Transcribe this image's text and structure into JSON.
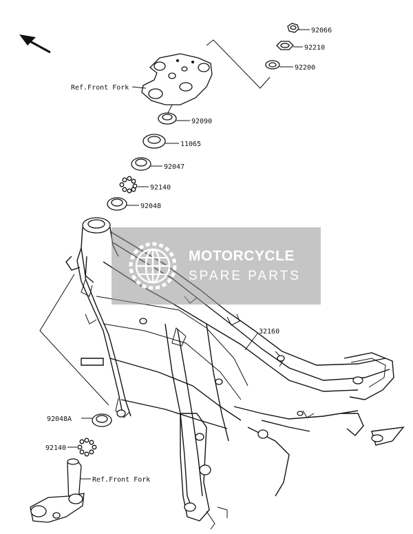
{
  "labels": {
    "p92066": "92066",
    "p92210": "92210",
    "p92200": "92200",
    "ref_top": "Ref.Front Fork",
    "p92090": "92090",
    "p11065": "11065",
    "p92047": "92047",
    "p92140_top": "92140",
    "p92048": "92048",
    "p32160": "32160",
    "p92048A": "92048A",
    "p92140_bot": "92140",
    "ref_bot": "Ref.Front Fork"
  },
  "watermark": {
    "line1": "MOTORCYCLE",
    "line2": "SPARE PARTS",
    "logo_icon": "globe-gear-icon"
  },
  "direction_icon": "arrow-up-left-icon"
}
